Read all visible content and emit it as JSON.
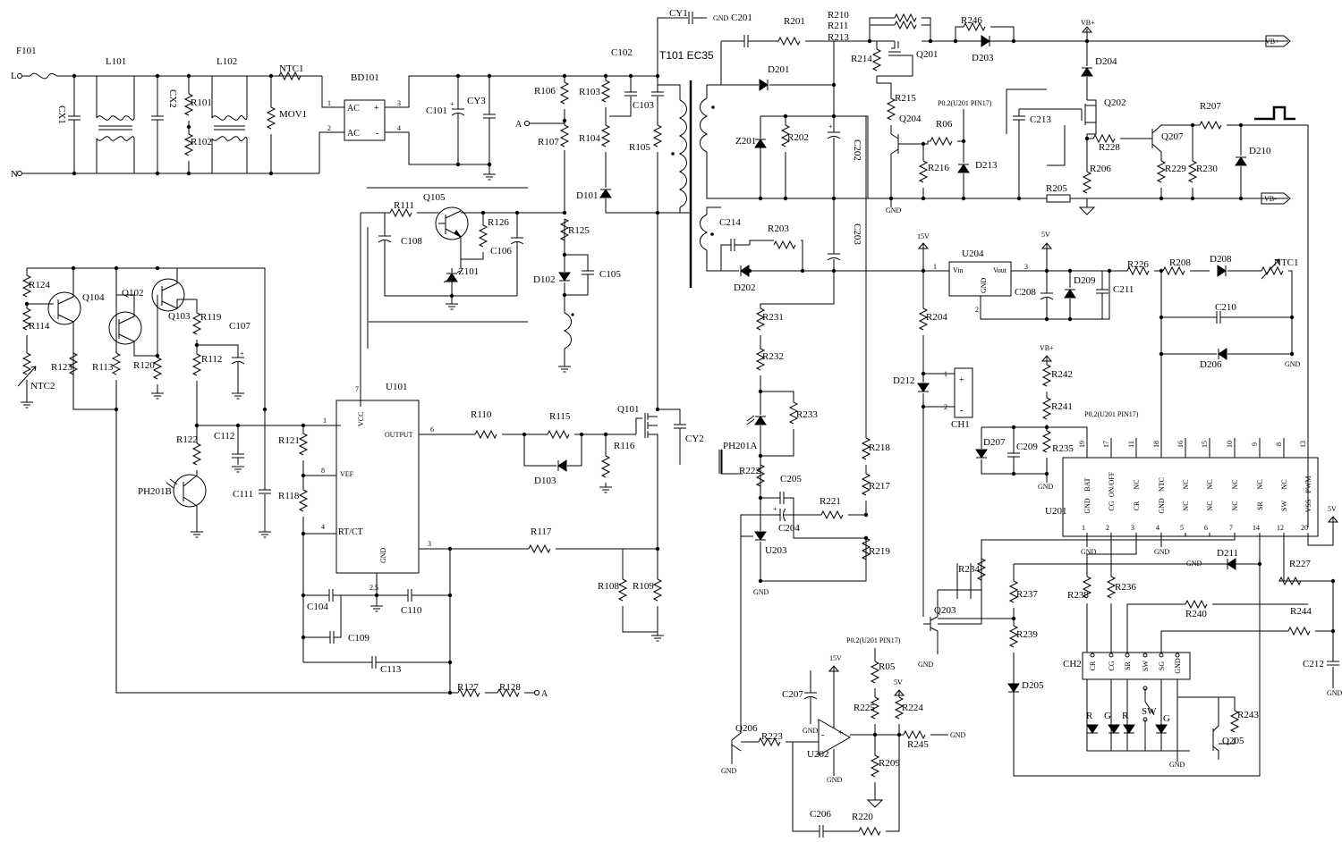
{
  "labels": {
    "F101": "F101",
    "L": "L",
    "N": "N",
    "CX1": "CX1",
    "L101": "L101",
    "CX2": "CX2",
    "R101": "R101",
    "R102": "R102",
    "L102": "L102",
    "NTC1": "NTC1",
    "MOV1": "MOV1",
    "BD101": "BD101",
    "AC1": "AC",
    "AC2": "AC",
    "bd_plus": "+",
    "bd_minus": "-",
    "bd_p1": "1",
    "bd_p2": "2",
    "bd_p3": "3",
    "bd_p4": "4",
    "C101": "C101",
    "CY3": "CY3",
    "CY1": "CY1",
    "GND_cy1": "GND",
    "C201": "C201",
    "C102": "C102",
    "T101": "T101 EC35",
    "R106": "R106",
    "R107": "R107",
    "A_in": "A",
    "R103": "R103",
    "C103": "C103",
    "R104": "R104",
    "R105": "R105",
    "D101": "D101",
    "R111": "R111",
    "Q105": "Q105",
    "R126": "R126",
    "C108": "C108",
    "C106": "C106",
    "Z101": "Z101",
    "R125": "R125",
    "D102": "D102",
    "C105": "C105",
    "R124": "R124",
    "R114": "R114",
    "NTC2": "NTC2",
    "Q104": "Q104",
    "Q102": "Q102",
    "Q103": "Q103",
    "R119": "R119",
    "C107": "C107",
    "R123": "R123",
    "R113": "R113",
    "R120": "R120",
    "R112": "R112",
    "R122": "R122",
    "C112": "C112",
    "PH201B": "PH201B",
    "C111": "C111",
    "U101": "U101",
    "VCC": "VCC",
    "OUTPUT": "OUTPUT",
    "VEF": "VEF",
    "RTCT": "RT/CT",
    "GND_u101": "GND",
    "u101_p7": "7",
    "u101_p1": "1",
    "u101_p8": "8",
    "u101_p4": "4",
    "u101_p6": "6",
    "u101_p3": "3",
    "u101_p25": "2,5",
    "R121": "R121",
    "R118": "R118",
    "R110": "R110",
    "R115": "R115",
    "D103": "D103",
    "Q101": "Q101",
    "R116": "R116",
    "CY2": "CY2",
    "R117": "R117",
    "R108": "R108",
    "R109": "R109",
    "C104": "C104",
    "C110": "C110",
    "C109": "C109",
    "C113": "C113",
    "R127": "R127",
    "R128": "R128",
    "A_out": "A",
    "R201": "R201",
    "R210": "R210",
    "R211": "R211",
    "R213": "R213",
    "R246": "R246",
    "VBp_top": "VB+",
    "VBp_rail": "VB+",
    "D201": "D201",
    "R214": "R214",
    "Q201": "Q201",
    "D203": "D203",
    "D204": "D204",
    "Z201": "Z201",
    "R202": "R202",
    "C202": "C202",
    "R215": "R215",
    "Q204": "Q204",
    "P02_a": "P0.2(U201 PIN17)",
    "R06": "R06",
    "C213": "C213",
    "Q202": "Q202",
    "R207": "R207",
    "R228": "R228",
    "Q207": "Q207",
    "D213": "D213",
    "R216": "R216",
    "R206": "R206",
    "R229": "R229",
    "R230": "R230",
    "D210": "D210",
    "GND_q204": "GND",
    "R205": "R205",
    "VBm_rail": "VB-",
    "C214": "C214",
    "R203": "R203",
    "C203": "C203",
    "D202": "D202",
    "V15_u204": "15V",
    "U204": "U204",
    "V5_u204": "5V",
    "Vin": "Vin",
    "Vout": "Vout",
    "GND_u204": "GND",
    "u204_p1": "1",
    "u204_p2": "2",
    "u204_p3": "3",
    "C208": "C208",
    "D209": "D209",
    "C211": "C211",
    "R226": "R226",
    "R208": "R208",
    "D208": "D208",
    "NTC1b": "NTC1",
    "C210": "C210",
    "D206": "D206",
    "GND_d206": "GND",
    "R204": "R204",
    "R231": "R231",
    "R232": "R232",
    "PH201A": "PH201A",
    "R233": "R233",
    "D212": "D212",
    "CH1": "CH1",
    "ch1_p1": "1",
    "ch1_p2": "2",
    "ch1_plus": "+",
    "ch1_minus": "-",
    "VBp_r242": "VB+",
    "R242": "R242",
    "R241": "R241",
    "P02_b": "P0.2(U201 PIN17)",
    "D207": "D207",
    "C209": "C209",
    "R235": "R235",
    "GND_r235": "GND",
    "R218": "R218",
    "R217": "R217",
    "R222": "R222",
    "C205": "C205",
    "C204": "C204",
    "R221": "R221",
    "U203": "U203",
    "GND_u203": "GND",
    "R219": "R219",
    "U201": "U201",
    "u201_top": [
      "BAT",
      "ON/OFF",
      "NC",
      "NTC",
      "NC",
      "NC",
      "NC",
      "NC",
      "NC",
      "PWM"
    ],
    "u201_topnum": [
      "19",
      "17",
      "11",
      "18",
      "16",
      "15",
      "10",
      "9",
      "8",
      "13"
    ],
    "u201_bot": [
      "GND",
      "CG",
      "CR",
      "GND",
      "NC",
      "NC",
      "NC",
      "SR",
      "SW",
      "VSS"
    ],
    "u201_botnum": [
      "1",
      "2",
      "3",
      "4",
      "5",
      "6",
      "7",
      "14",
      "12",
      "20"
    ],
    "GND_u201_1": "GND",
    "GND_u201_4": "GND",
    "V5_vss": "5V",
    "D211": "D211",
    "GND_d211": "GND",
    "R227": "R227",
    "R234": "R234",
    "R238": "R238",
    "R236": "R236",
    "R237": "R237",
    "R240": "R240",
    "R244": "R244",
    "Q203": "Q203",
    "GND_q203": "GND",
    "R239": "R239",
    "C212": "C212",
    "GND_c212": "GND",
    "CH2": "CH2",
    "ch2_pins": [
      "CR",
      "CG",
      "SR",
      "SW",
      "SG",
      "GND"
    ],
    "D205": "D205",
    "led_R1": "R",
    "led_G1": "G",
    "led_R2": "R",
    "led_SW": "SW",
    "led_G2": "G",
    "R243": "R243",
    "Q205": "Q205",
    "GND_ch2": "GND",
    "V15_u202": "15V",
    "P02_c": "P0.2(U201 PIN17)",
    "R05": "R05",
    "V5_r224": "5V",
    "C207": "C207",
    "GND_c207": "GND",
    "R225": "R225",
    "R224": "R224",
    "Q206": "Q206",
    "R223": "R223",
    "U202": "U202",
    "R245": "R245",
    "GND_r245": "GND",
    "R209": "R209",
    "GND_q206": "GND",
    "GND_u202": "GND",
    "C206": "C206",
    "R220": "R220",
    "amp_minus": "-",
    "amp_plus": "+"
  }
}
